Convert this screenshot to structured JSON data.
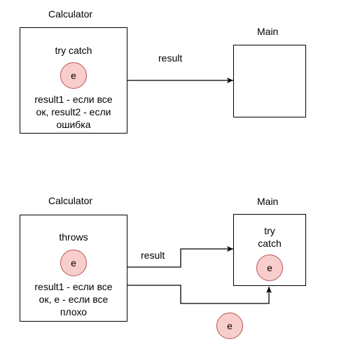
{
  "top": {
    "calculator_title": "Calculator",
    "main_title": "Main",
    "calc_method": "try catch",
    "exception_label": "e",
    "calc_note_lines": [
      "result1 - если все",
      "ок, result2 - если",
      "ошибка"
    ],
    "arrow_label": "result"
  },
  "bottom": {
    "calculator_title": "Calculator",
    "main_title": "Main",
    "calc_method": "throws",
    "exception_label": "e",
    "calc_note_lines": [
      "result1 - если все",
      "ок, e - если все",
      "плохо"
    ],
    "result_arrow_label": "result",
    "main_method_lines": [
      "try",
      "catch"
    ],
    "main_exception_label": "e",
    "flying_exception_label": "e"
  },
  "colors": {
    "exception_fill": "#f8cecc",
    "exception_stroke": "#b85450"
  }
}
